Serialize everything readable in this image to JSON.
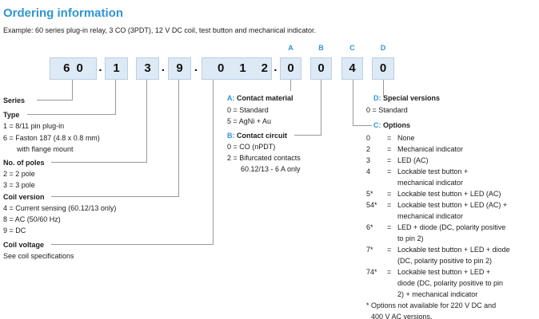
{
  "header": {
    "title": "Ordering information",
    "example": "Example: 60 series plug-in relay, 3 CO (3PDT), 12 V DC coil, test button and mechanical indicator."
  },
  "part_number": {
    "separator": ".",
    "segments": [
      "60",
      "1",
      "3",
      "9",
      "012",
      "0",
      "0",
      "4",
      "0"
    ],
    "position_labels": [
      "A",
      "B",
      "C",
      "D"
    ]
  },
  "series": {
    "title": "Series"
  },
  "type": {
    "title": "Type",
    "lines": [
      "1 = 8/11 pin plug-in",
      "6 = Faston 187 (4.8 x 0.8 mm)",
      "with flange mount"
    ]
  },
  "poles": {
    "title": "No. of poles",
    "lines": [
      "2 = 2 pole",
      "3 = 3 pole"
    ]
  },
  "coil_version": {
    "title": "Coil version",
    "lines": [
      "4 = Current sensing (60.12/13 only)",
      "8 = AC (50/60 Hz)",
      "9 = DC"
    ]
  },
  "coil_voltage": {
    "title": "Coil voltage",
    "lines": [
      "See coil specifications"
    ]
  },
  "contact_material": {
    "letter": "A:",
    "title": "Contact material",
    "lines": [
      "0 = Standard",
      "5 = AgNi + Au"
    ]
  },
  "contact_circuit": {
    "letter": "B:",
    "title": "Contact circuit",
    "lines": [
      "0 = CO (nPDT)",
      "2 = Bifurcated contacts",
      "60.12/13 - 6 A only"
    ]
  },
  "special_versions": {
    "letter": "D:",
    "title": "Special versions",
    "lines": [
      "0 = Standard"
    ]
  },
  "options": {
    "letter": "C:",
    "title": "Options",
    "equals": "=",
    "items": [
      {
        "code": "0",
        "desc": "None"
      },
      {
        "code": "2",
        "desc": "Mechanical indicator"
      },
      {
        "code": "3",
        "desc": "LED (AC)"
      },
      {
        "code": "4",
        "desc": "Lockable test button +\nmechanical indicator"
      },
      {
        "code": "5*",
        "desc": "Lockable test button + LED (AC)"
      },
      {
        "code": "54*",
        "desc": "Lockable test button + LED (AC) +\nmechanical indicator"
      },
      {
        "code": "6*",
        "desc": "LED + diode (DC, polarity positive\nto pin 2)"
      },
      {
        "code": "7*",
        "desc": "Lockable test button + LED + diode\n(DC, polarity positive to pin 2)"
      },
      {
        "code": "74*",
        "desc": "Lockable test button + LED +\ndiode (DC, polarity positive to pin\n2) + mechanical indicator"
      }
    ],
    "footnote_lines": [
      "* Options not available for 220 V DC and",
      "400 V AC versions."
    ]
  }
}
